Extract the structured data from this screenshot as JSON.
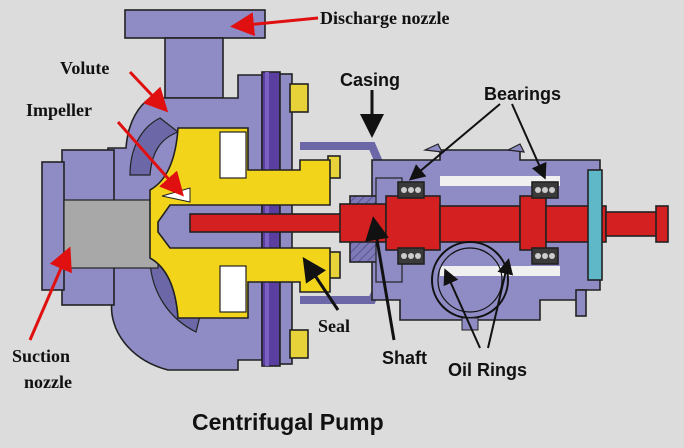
{
  "title": "Centrifugal Pump",
  "labels": {
    "discharge_nozzle": "Discharge nozzle",
    "volute": "Volute",
    "impeller": "Impeller",
    "casing": "Casing",
    "bearings": "Bearings",
    "suction_line1": "Suction",
    "suction_line2": "nozzle",
    "seal": "Seal",
    "shaft": "Shaft",
    "oil_rings": "Oil Rings"
  },
  "colors": {
    "background": "#dcdcdc",
    "casing": "#8f8bc4",
    "casing_dark": "#6c68a8",
    "impeller": "#f2d41a",
    "shaft": "#d42020",
    "gasket": "#5b3fa0",
    "bolt": "#e8d23a",
    "arrow_red": "#e01010",
    "arrow_black": "#111111",
    "frame_cover": "#5fb8c8"
  }
}
